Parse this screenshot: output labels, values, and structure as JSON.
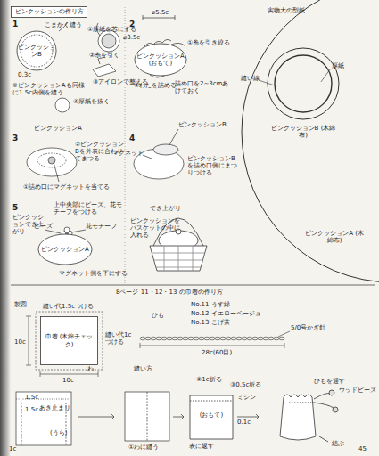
{
  "diagram": {
    "nodes": [
      {
        "text": [
          "ピンクッションの作り方"
        ]
      },
      {
        "text": [
          "ピンクッションB"
        ]
      },
      {
        "text": [
          "ピンクッションA (おもて)"
        ]
      },
      {
        "text": [
          "ピンクッションA"
        ]
      },
      {
        "text": [
          "ピンクッションA (木綿布)"
        ]
      },
      {
        "text": [
          "ピンクッションB (木綿布)"
        ],
        "in": 4
      },
      {
        "text": [
          "巾着 (木綿チェック)"
        ]
      },
      {
        "text": [
          "(おもて)"
        ]
      }
    ],
    "labels": [
      "1",
      "こまかく縫う",
      "0.3c",
      "※ピンクッションAも同様に1.5c内側を縫う",
      "①厚紙を芯にする",
      "②糸を引く",
      "③アイロンで整える",
      "④厚紙を抜く",
      "2",
      "⌀5.5c",
      "⌀3.5c",
      "①糸を引き絞る",
      "②わたを詰める",
      "詰め口を2~3cmあけておく",
      "3",
      "ピンクッションA",
      "②ピンクッションBを外表に合わせてまつる",
      "①詰め口にマグネットを当てる",
      "4",
      "ピンクッションB",
      "マグネット",
      "ピンクッションBを詰め口側にまつりつける",
      "5",
      "ピンクッションでき上がり",
      "上中央部にビーズ、花モチーフをつける",
      "ビーズ",
      "花モチーフ",
      "マグネット側を下にする",
      "でき上がり",
      "ピンクッションをバスケットの中に入れる",
      "実物大の型紙",
      "厚紙",
      "縫い線",
      "8ページ 11・12・13 の巾着の作り方",
      "製図",
      "縫い代1.5cつける",
      "10c",
      "縫い代1cつける",
      "わ",
      "10c",
      "ひも",
      "No.11 うす緑",
      "No.12 イエローベージュ",
      "No.13 こげ茶",
      "5/0号かぎ針",
      "28c(60目)",
      "縫い方",
      "1.5c",
      "1.5c",
      "あき止まり",
      "(うら)",
      "1c",
      "①わに縫う",
      "②1c折る",
      "③0.5c折る",
      "ミシン",
      "表に返す",
      "0.1c",
      "ひもを通す",
      "ウッドビーズ",
      "結ぶ",
      "45"
    ]
  }
}
